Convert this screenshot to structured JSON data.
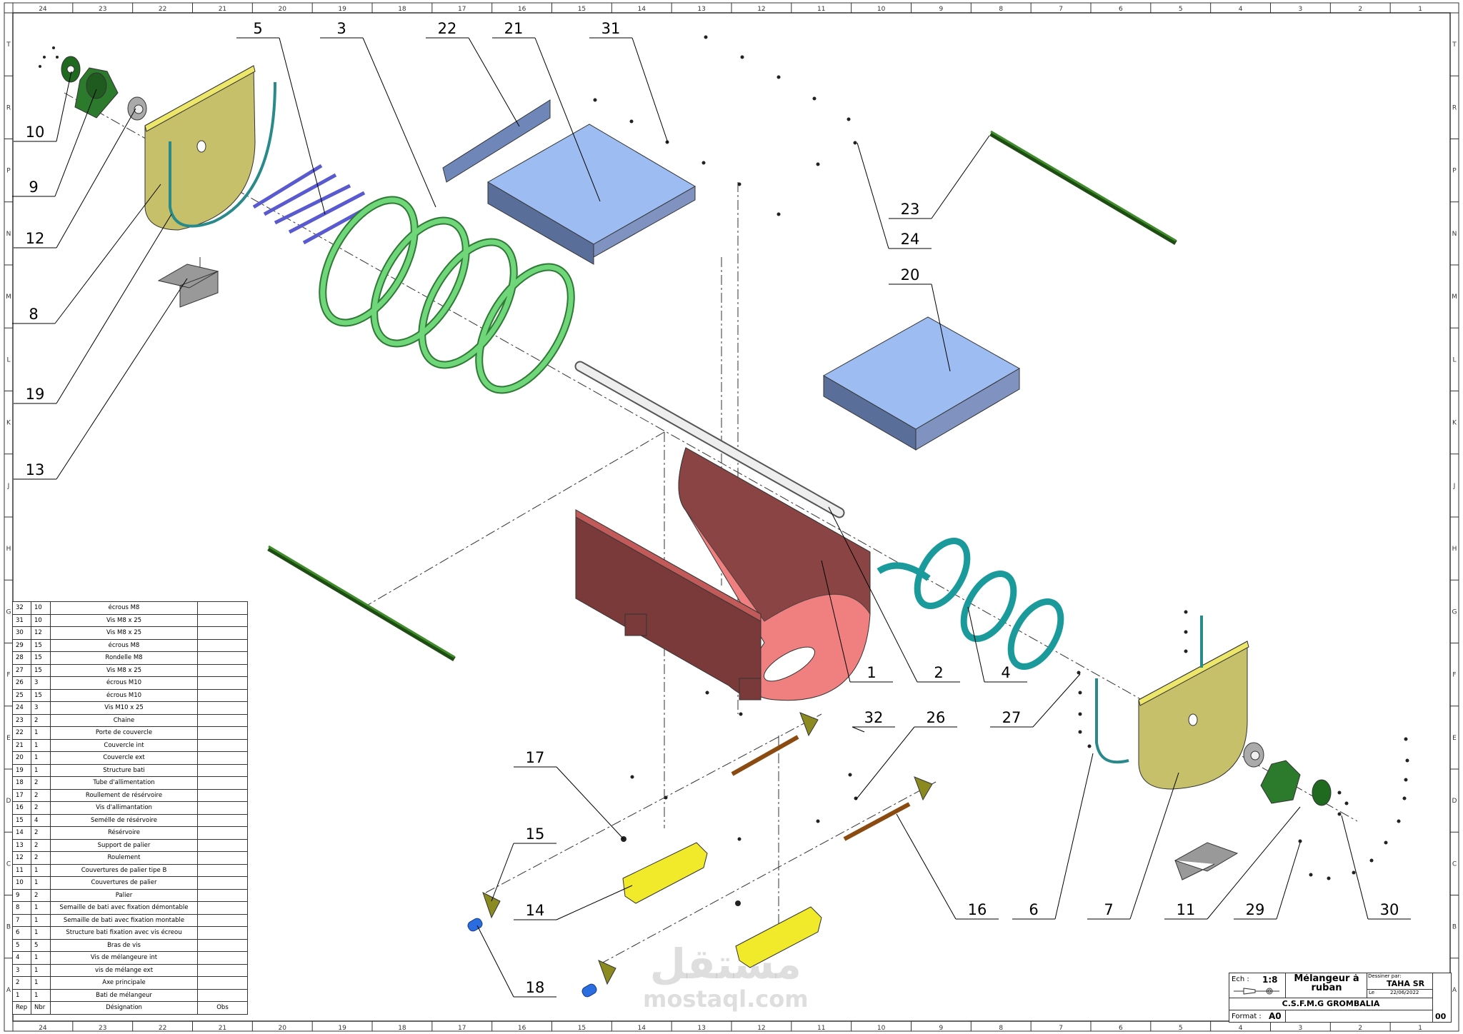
{
  "frame": {
    "columns": [
      "24",
      "23",
      "22",
      "21",
      "20",
      "19",
      "18",
      "17",
      "16",
      "15",
      "14",
      "13",
      "12",
      "11",
      "10",
      "9",
      "8",
      "7",
      "6",
      "5",
      "4",
      "3",
      "2",
      "1"
    ],
    "rows": [
      "T",
      "R",
      "P",
      "N",
      "M",
      "L",
      "K",
      "J",
      "H",
      "G",
      "F",
      "E",
      "D",
      "C",
      "B",
      "A"
    ]
  },
  "balloons": [
    "10",
    "9",
    "12",
    "8",
    "19",
    "13",
    "5",
    "3",
    "22",
    "21",
    "31",
    "23",
    "24",
    "20",
    "1",
    "2",
    "4",
    "27",
    "32",
    "26",
    "17",
    "15",
    "14",
    "18",
    "16",
    "6",
    "7",
    "11",
    "29",
    "30"
  ],
  "parts_list": {
    "headers": {
      "rep": "Rep",
      "nbr": "Nbr",
      "designation": "Désignation",
      "obs": "Obs"
    },
    "rows": [
      {
        "rep": "32",
        "nbr": "10",
        "designation": "écrous M8"
      },
      {
        "rep": "31",
        "nbr": "10",
        "designation": "Vis M8 x 25"
      },
      {
        "rep": "30",
        "nbr": "12",
        "designation": "Vis M8 x 25"
      },
      {
        "rep": "29",
        "nbr": "15",
        "designation": "écrous M8"
      },
      {
        "rep": "28",
        "nbr": "15",
        "designation": "Rondelle M8"
      },
      {
        "rep": "27",
        "nbr": "15",
        "designation": "Vis M8 x 25"
      },
      {
        "rep": "26",
        "nbr": "3",
        "designation": "écrous M10"
      },
      {
        "rep": "25",
        "nbr": "15",
        "designation": "écrous M10"
      },
      {
        "rep": "24",
        "nbr": "3",
        "designation": "Vis M10 x 25"
      },
      {
        "rep": "23",
        "nbr": "2",
        "designation": "Chaine"
      },
      {
        "rep": "22",
        "nbr": "1",
        "designation": "Porte de couvercle"
      },
      {
        "rep": "21",
        "nbr": "1",
        "designation": "Couvercle int"
      },
      {
        "rep": "20",
        "nbr": "1",
        "designation": "Couvercle ext"
      },
      {
        "rep": "19",
        "nbr": "1",
        "designation": "Structure bati"
      },
      {
        "rep": "18",
        "nbr": "2",
        "designation": "Tube d'allimentation"
      },
      {
        "rep": "17",
        "nbr": "2",
        "designation": "Roullement de résérvoire"
      },
      {
        "rep": "16",
        "nbr": "2",
        "designation": "Vis d'allimantation"
      },
      {
        "rep": "15",
        "nbr": "4",
        "designation": "Semélle de résérvoire"
      },
      {
        "rep": "14",
        "nbr": "2",
        "designation": "Résérvoire"
      },
      {
        "rep": "13",
        "nbr": "2",
        "designation": "Support de palier"
      },
      {
        "rep": "12",
        "nbr": "2",
        "designation": "Roulement"
      },
      {
        "rep": "11",
        "nbr": "1",
        "designation": "Couvertures de palier tipe B"
      },
      {
        "rep": "10",
        "nbr": "1",
        "designation": "Couvertures de palier"
      },
      {
        "rep": "9",
        "nbr": "2",
        "designation": "Palier"
      },
      {
        "rep": "8",
        "nbr": "1",
        "designation": "Semaille de bati avec fixation démontable"
      },
      {
        "rep": "7",
        "nbr": "1",
        "designation": "Semaille de bati avec fixation montable"
      },
      {
        "rep": "6",
        "nbr": "1",
        "designation": "Structure bati fixation avec vis écreou"
      },
      {
        "rep": "5",
        "nbr": "5",
        "designation": "Bras de vis"
      },
      {
        "rep": "4",
        "nbr": "1",
        "designation": "Vis de mélangeure int"
      },
      {
        "rep": "3",
        "nbr": "1",
        "designation": "vis de mélange ext"
      },
      {
        "rep": "2",
        "nbr": "1",
        "designation": "Axe principale"
      },
      {
        "rep": "1",
        "nbr": "1",
        "designation": "Bati de mélangeur"
      }
    ]
  },
  "title_block": {
    "scale_label": "Ech :",
    "scale": "1:8",
    "title": "Mélangeur à ruban",
    "drawn_by_label": "Dessiner par:",
    "drawn_by": "TAHA SR",
    "date_label": "Le",
    "date": "22/06/2022",
    "school": "C.S.F.M.G GROMBALIA",
    "format_label": "Format :",
    "format": "A0",
    "sheet": "00"
  },
  "watermark": {
    "logo": "مستقل",
    "url": "mostaql.com"
  },
  "colors": {
    "trough": "#c25a5a",
    "plate": "#c6c06a",
    "lid": "#9dbdf2",
    "ribbon_ext": "#6fd67a",
    "ribbon_int": "#2fd6d6",
    "chain": "#2f6d1f",
    "reservoir": "#f0ea2a",
    "feed_screw": "#d9782a",
    "feed_tube": "#2a6de0"
  }
}
